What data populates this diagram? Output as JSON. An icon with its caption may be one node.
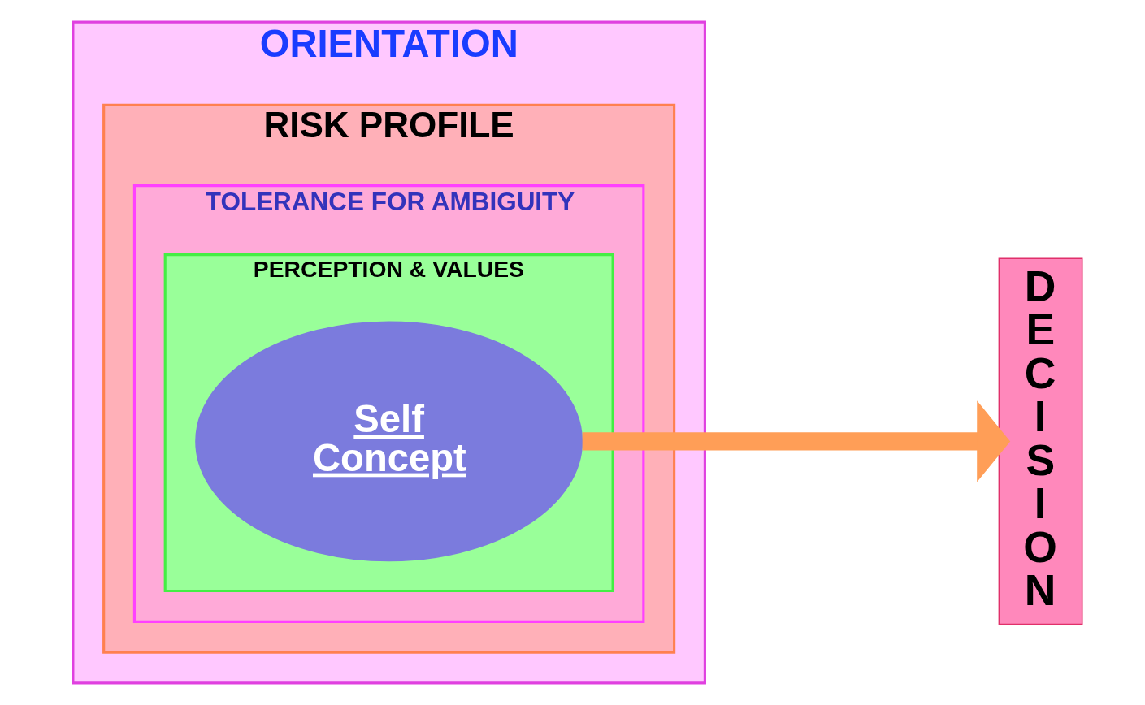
{
  "diagram": {
    "nodes": [
      {
        "text": [
          "ORIENTATION"
        ]
      },
      {
        "text": [
          "RISK PROFILE"
        ],
        "in": 0
      },
      {
        "text": [
          "TOLERANCE FOR AMBIGUITY"
        ],
        "in": 1
      },
      {
        "text": [
          "PERCEPTION & VALUES"
        ],
        "in": 2
      },
      {
        "text": [
          "Self Concept"
        ],
        "in": 3
      },
      {
        "text": [
          "DECISION"
        ]
      }
    ],
    "edges": [
      {
        "from": 4,
        "to": 5,
        "arrow": "to",
        "color": "#ff9e57"
      }
    ]
  }
}
